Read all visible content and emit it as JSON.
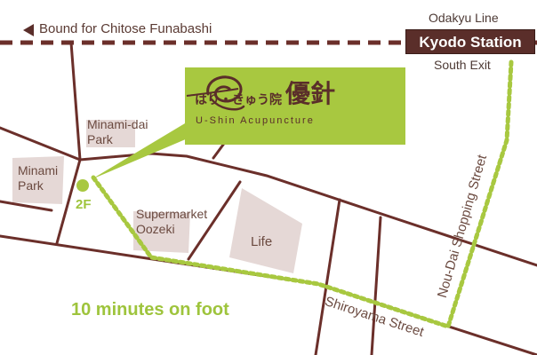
{
  "header": {
    "bound_label": "Bound for Chitose Funabashi",
    "line_label": "Odakyu Line",
    "station_label": "Kyodo Station",
    "exit_label": "South Exit"
  },
  "clinic": {
    "name_kana": "はり・きゅう院",
    "name_kanji": "優針",
    "name_en": "U-Shin Acupuncture",
    "floor": "2F",
    "logo_icon": "needle-swirl-icon"
  },
  "places": {
    "minami_dai_park": "Minami-dai\nPark",
    "minami_park": "Minami\nPark",
    "supermarket": "Supermarket\nOozeki",
    "life": "Life"
  },
  "streets": {
    "nou_dai": "Nou-Dai Shopping Street",
    "shiroyama": "Shiroyama Street"
  },
  "walk_time": "10 minutes on foot",
  "colors": {
    "road": "#6b2f2a",
    "route": "#a8c840",
    "block": "#e5d8d6",
    "station_bg": "#5a2e2a",
    "accent_green": "#9ec43c"
  }
}
